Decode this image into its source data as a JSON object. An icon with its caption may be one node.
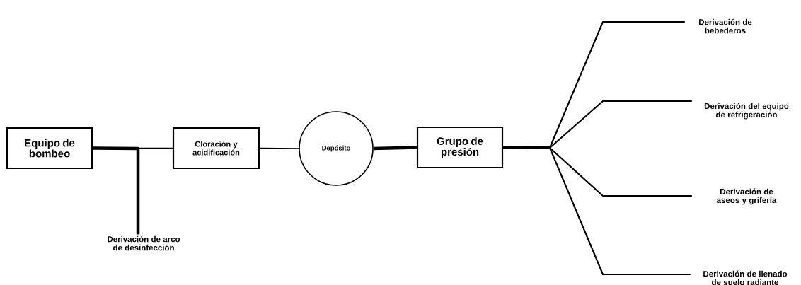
{
  "diagram": {
    "nodes": [
      {
        "text": [
          "Equipo de bombeo"
        ]
      },
      {
        "text": [
          "Cloración y acidificación"
        ]
      },
      {
        "text": [
          "Depósito"
        ]
      },
      {
        "text": [
          "Grupo de presión"
        ]
      },
      {
        "text": [
          "Derivación de arco de desinfección"
        ]
      },
      {
        "text": [
          "Derivación de bebederos"
        ]
      },
      {
        "text": [
          "Derivación del equipo de refrigeración"
        ]
      },
      {
        "text": [
          "Derivación de aseos y grifería"
        ]
      },
      {
        "text": [
          "Derivación de llenado de suelo radiante"
        ]
      }
    ],
    "edges": [
      {
        "from": 0,
        "to": 1,
        "arrow": "none"
      },
      {
        "from": 0,
        "to": 4,
        "arrow": "none",
        "style": "thick"
      },
      {
        "from": 1,
        "to": 2,
        "arrow": "none"
      },
      {
        "from": 2,
        "to": 3,
        "arrow": "none",
        "style": "thick"
      },
      {
        "from": 3,
        "to": 5,
        "arrow": "none"
      },
      {
        "from": 3,
        "to": 6,
        "arrow": "none"
      },
      {
        "from": 3,
        "to": 7,
        "arrow": "none"
      },
      {
        "from": 3,
        "to": 8,
        "arrow": "none"
      }
    ]
  }
}
